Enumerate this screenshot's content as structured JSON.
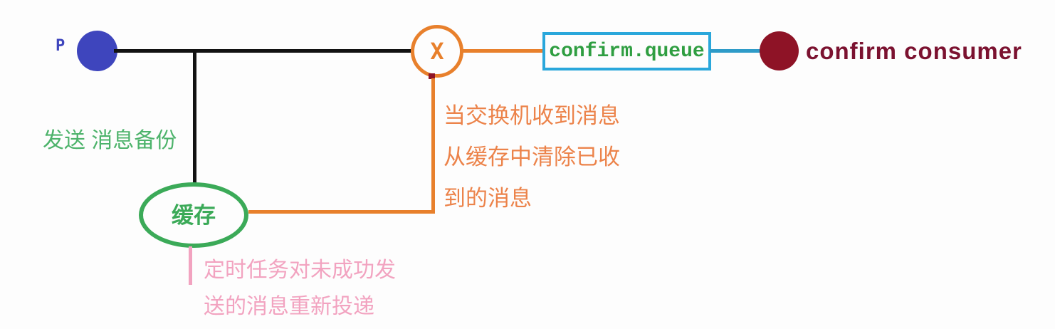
{
  "diagram": {
    "producer": {
      "label": "P"
    },
    "exchange": {
      "label": "X"
    },
    "queue": {
      "label": "confirm.queue"
    },
    "consumer": {
      "label": "confirm consumer"
    },
    "cache": {
      "label": "缓存"
    },
    "notes": {
      "send_backup": "发送 消息备份",
      "exchange_ack_lines": [
        "当交换机收到消息",
        "从缓存中清除已收",
        "到的消息"
      ],
      "retry_lines": [
        "定时任务对未成功发",
        "送的消息重新投递"
      ]
    }
  },
  "colors": {
    "producer_blue": "#3e45bd",
    "line_black": "#121212",
    "exchange_orange": "#e8802c",
    "queue_border_blue": "#2aa7db",
    "queue_text_green": "#2f9e41",
    "connector_blue": "#2e9bc8",
    "consumer_maroon": "#8e1326",
    "consumer_text_maroon": "#7b1230",
    "note_green": "#4db36b",
    "cache_green": "#3baa58",
    "note_orange": "#ec834a",
    "note_pink": "#f2a3c0",
    "marker_darkred": "#8e1326",
    "canvas_bg": "#fdfdfd"
  }
}
